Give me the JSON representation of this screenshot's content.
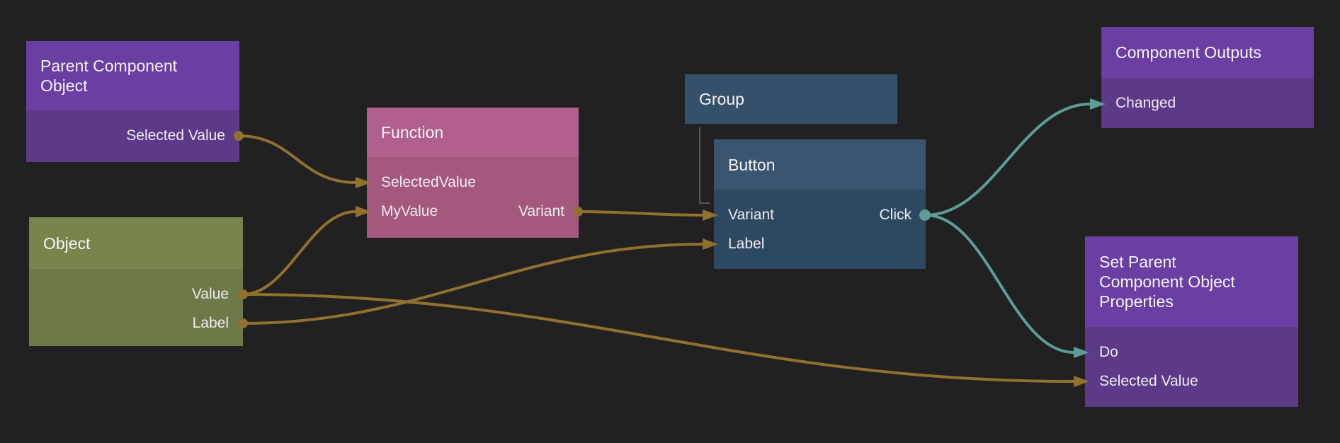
{
  "canvas": {
    "background": "#212121"
  },
  "colors": {
    "value_wire": "#92702f",
    "signal_wire": "#5c9e96",
    "hierarchy_line": "#575757",
    "purple_header": "#6a3ea2",
    "purple_body": "#5d3a88",
    "pink_header": "#b15f8d",
    "pink_body": "#a4587d",
    "olive_header": "#76854c",
    "olive_body": "#6d7a47",
    "blue_header": "#3a556f",
    "blue_body": "#2d4962",
    "group_fill": "#35506b",
    "text": "#f2f0f4"
  },
  "nodes": {
    "parent_component_object": {
      "title": "Parent Component\nObject",
      "ports": [
        {
          "label": "Selected Value",
          "direction": "output",
          "kind": "value"
        }
      ]
    },
    "function": {
      "title": "Function",
      "ports": [
        {
          "label": "SelectedValue",
          "direction": "input",
          "kind": "value"
        },
        {
          "label": "MyValue",
          "direction": "input",
          "kind": "value"
        },
        {
          "label": "Variant",
          "direction": "output",
          "kind": "value"
        }
      ]
    },
    "object": {
      "title": "Object",
      "ports": [
        {
          "label": "Value",
          "direction": "output",
          "kind": "value"
        },
        {
          "label": "Label",
          "direction": "output",
          "kind": "value"
        }
      ]
    },
    "group": {
      "title": "Group",
      "ports": []
    },
    "button": {
      "title": "Button",
      "ports": [
        {
          "label": "Variant",
          "direction": "input",
          "kind": "value"
        },
        {
          "label": "Click",
          "direction": "output",
          "kind": "signal"
        },
        {
          "label": "Label",
          "direction": "input",
          "kind": "value"
        }
      ]
    },
    "component_outputs": {
      "title": "Component Outputs",
      "ports": [
        {
          "label": "Changed",
          "direction": "input",
          "kind": "signal"
        }
      ]
    },
    "set_parent_properties": {
      "title": "Set Parent\nComponent Object\nProperties",
      "ports": [
        {
          "label": "Do",
          "direction": "input",
          "kind": "signal"
        },
        {
          "label": "Selected Value",
          "direction": "input",
          "kind": "value"
        }
      ]
    }
  },
  "connections": [
    {
      "from": "Parent Component Object.Selected Value",
      "to": "Function.SelectedValue",
      "kind": "value"
    },
    {
      "from": "Object.Value",
      "to": "Function.MyValue",
      "kind": "value"
    },
    {
      "from": "Object.Label",
      "to": "Button.Label",
      "kind": "value"
    },
    {
      "from": "Object.Value",
      "to": "Set Parent Component Object Properties.Selected Value",
      "kind": "value"
    },
    {
      "from": "Function.Variant",
      "to": "Button.Variant",
      "kind": "value"
    },
    {
      "from": "Button.Click",
      "to": "Component Outputs.Changed",
      "kind": "signal"
    },
    {
      "from": "Button.Click",
      "to": "Set Parent Component Object Properties.Do",
      "kind": "signal"
    },
    {
      "from": "Group",
      "to": "Button",
      "kind": "hierarchy"
    }
  ]
}
